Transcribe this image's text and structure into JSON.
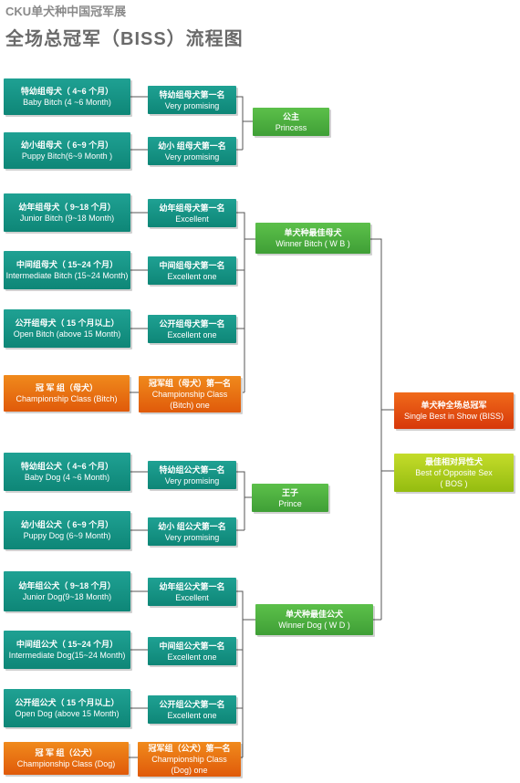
{
  "header": {
    "subtitle": "CKU单犬种中国冠军展",
    "title": "全场总冠军（BISS）流程图"
  },
  "bitch": {
    "classes": [
      {
        "zh": "特幼组母犬（ 4~6 个月）",
        "en": "Baby Bitch  (4 ~6 Month)"
      },
      {
        "zh": "幼小组母犬（ 6~9 个月）",
        "en": "Puppy  Bitch(6~9 Month )"
      },
      {
        "zh": "幼年组母犬（ 9~18 个月）",
        "en": "Junior Bitch (9~18 Month)"
      },
      {
        "zh": "中间组母犬（ 15~24 个月）",
        "en": "Intermediate Bitch (15~24 Month)"
      },
      {
        "zh": "公开组母犬（ 15 个月以上）",
        "en": "Open Bitch (above 15 Month)"
      },
      {
        "zh": "冠 军 组（母犬）",
        "en": "Championship Class (Bitch)"
      }
    ],
    "firsts": [
      {
        "zh": "特幼组母犬第一名",
        "en": "Very promising"
      },
      {
        "zh": "幼小 组母犬第一名",
        "en": "Very promising"
      },
      {
        "zh": "幼年组母犬第一名",
        "en": "Excellent"
      },
      {
        "zh": "中间组母犬第一名",
        "en": "Excellent one"
      },
      {
        "zh": "公开组母犬第一名",
        "en": "Excellent one"
      },
      {
        "zh": "冠军组（母犬）第一名",
        "en": "Championship Class",
        "en2": "(Bitch) one"
      }
    ],
    "princess": {
      "zh": "公主",
      "en": "Princess"
    },
    "winner": {
      "zh": "单犬种最佳母犬",
      "en": "Winner Bitch ( W B )"
    }
  },
  "dog": {
    "classes": [
      {
        "zh": "特幼组公犬（ 4~6 个月）",
        "en": "Baby   Dog  (4 ~6 Month)"
      },
      {
        "zh": "幼小组公犬（ 6~9 个月）",
        "en": "Puppy  Dog   (6~9 Month)"
      },
      {
        "zh": "幼年组公犬（ 9~18 个月）",
        "en": "Junior Dog(9~18 Month)"
      },
      {
        "zh": "中间组公犬（ 15~24 个月）",
        "en": "Intermediate Dog(15~24 Month)"
      },
      {
        "zh": "公开组公犬（ 15 个月以上）",
        "en": "Open Dog (above 15 Month)"
      },
      {
        "zh": "冠 军 组（公犬）",
        "en": "Championship Class (Dog)"
      }
    ],
    "firsts": [
      {
        "zh": "特幼组公犬第一名",
        "en": "Very promising"
      },
      {
        "zh": "幼小 组公犬第一名",
        "en": "Very promising"
      },
      {
        "zh": "幼年组公犬第一名",
        "en": "Excellent"
      },
      {
        "zh": "中间组公犬第一名",
        "en": "Excellent one"
      },
      {
        "zh": "公开组公犬第一名",
        "en": "Excellent one"
      },
      {
        "zh": "冠军组（公犬）第一名",
        "en": "Championship Class",
        "en2": "(Dog) one"
      }
    ],
    "prince": {
      "zh": "王子",
      "en": "Prince"
    },
    "winner": {
      "zh": "单犬种最佳公犬",
      "en": "Winner Dog ( W D )"
    }
  },
  "biss": {
    "zh": "单犬种全场总冠军",
    "en": "Single Best in Show (BISS)"
  },
  "bos": {
    "zh": "最佳相对异性犬",
    "en": "Best of Opposite Sex",
    "en2": "( BOS )"
  },
  "colors": {
    "teal": "#149485",
    "green": "#4cb040",
    "orange": "#e8740f",
    "red": "#e24a10",
    "lime": "#b0cc1c",
    "line": "#555555"
  }
}
